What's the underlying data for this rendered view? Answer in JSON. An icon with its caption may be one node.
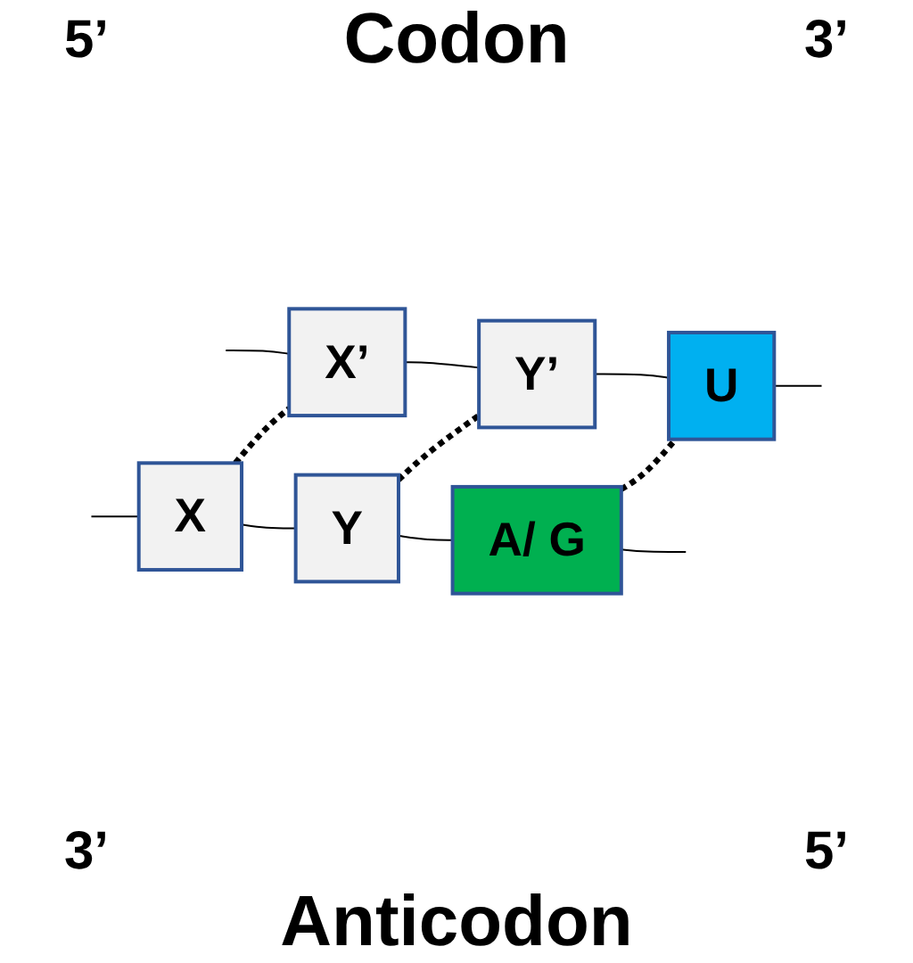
{
  "diagram": {
    "nodes": [
      {
        "text": [
          "X"
        ]
      },
      {
        "text": [
          "Y"
        ]
      },
      {
        "text": [
          "A/ G"
        ]
      },
      {
        "text": [
          "X’"
        ]
      },
      {
        "text": [
          "Y’"
        ]
      },
      {
        "text": [
          "U"
        ]
      }
    ],
    "edges": [
      {
        "from": null,
        "to": 0,
        "arrow": "none"
      },
      {
        "from": 0,
        "to": 1,
        "arrow": "none"
      },
      {
        "from": 1,
        "to": 2,
        "arrow": "none"
      },
      {
        "from": 2,
        "to": null,
        "arrow": "none"
      },
      {
        "from": null,
        "to": 3,
        "arrow": "none"
      },
      {
        "from": 3,
        "to": 4,
        "arrow": "none"
      },
      {
        "from": 4,
        "to": 5,
        "arrow": "none"
      },
      {
        "from": 5,
        "to": null,
        "arrow": "none"
      },
      {
        "from": 0,
        "to": 3,
        "arrow": "none",
        "style": "dashed"
      },
      {
        "from": 1,
        "to": 4,
        "arrow": "none",
        "style": "dashed"
      },
      {
        "from": 2,
        "to": 5,
        "arrow": "none",
        "style": "dashed"
      }
    ],
    "labels": [
      "Codon",
      "5’",
      "3’",
      "3’",
      "5’",
      "Anticodon"
    ]
  }
}
